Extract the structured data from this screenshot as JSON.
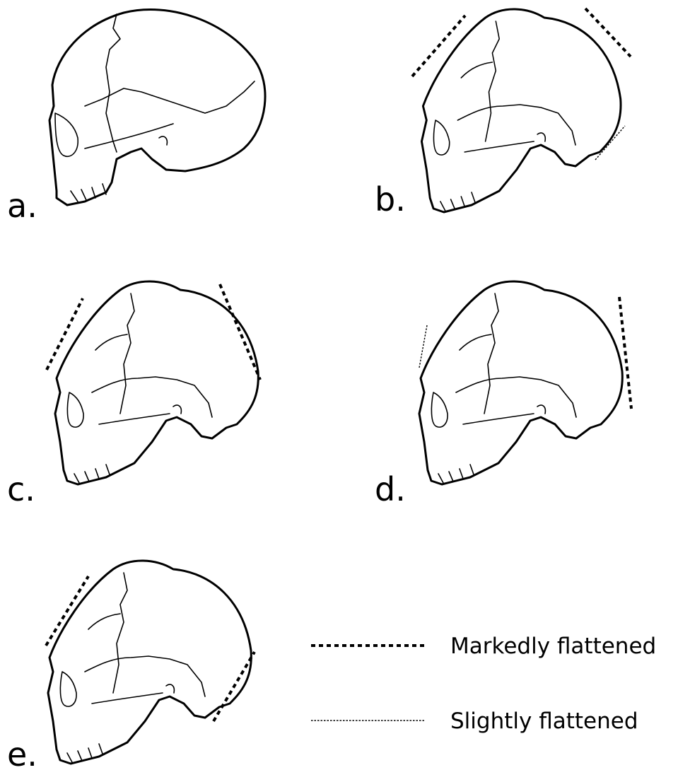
{
  "panels": [
    {
      "label": "a.",
      "flattening": []
    },
    {
      "label": "b.",
      "flattening": [
        "frontal: markedly",
        "occipital-upper: markedly",
        "occipital-lower: slightly"
      ]
    },
    {
      "label": "c.",
      "flattening": [
        "frontal: markedly",
        "occipital: markedly"
      ]
    },
    {
      "label": "d.",
      "flattening": [
        "frontal: slightly",
        "occipital: markedly"
      ]
    },
    {
      "label": "e.",
      "flattening": [
        "frontal: markedly",
        "occipital: markedly"
      ]
    }
  ],
  "legend": {
    "marked_label": "Markedly flattened",
    "slight_label": "Slightly flattened"
  }
}
